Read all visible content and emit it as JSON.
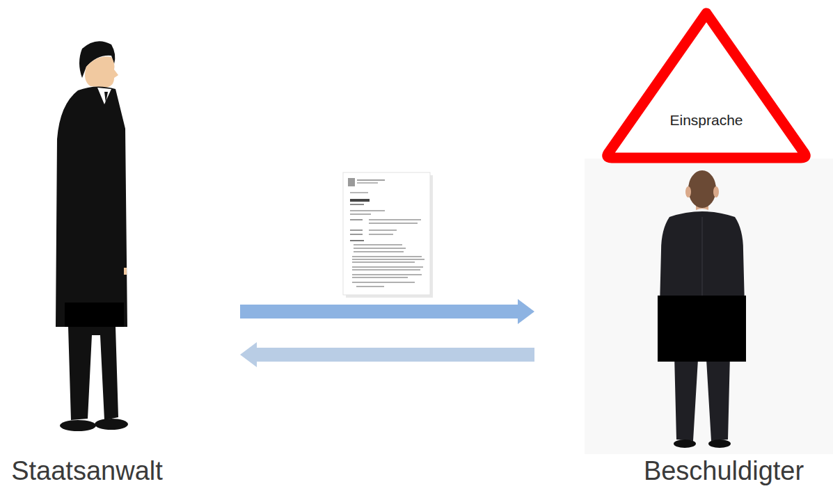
{
  "diagram": {
    "nodes": [
      {
        "text": [
          "Staatsanwalt"
        ]
      },
      {
        "text": [
          "Beschuldigter"
        ]
      },
      {
        "text": [
          "Einsprache"
        ]
      }
    ],
    "edges": [
      {
        "from": 0,
        "to": 1,
        "arrow": "to"
      },
      {
        "from": 1,
        "to": 0,
        "arrow": "to"
      }
    ]
  }
}
